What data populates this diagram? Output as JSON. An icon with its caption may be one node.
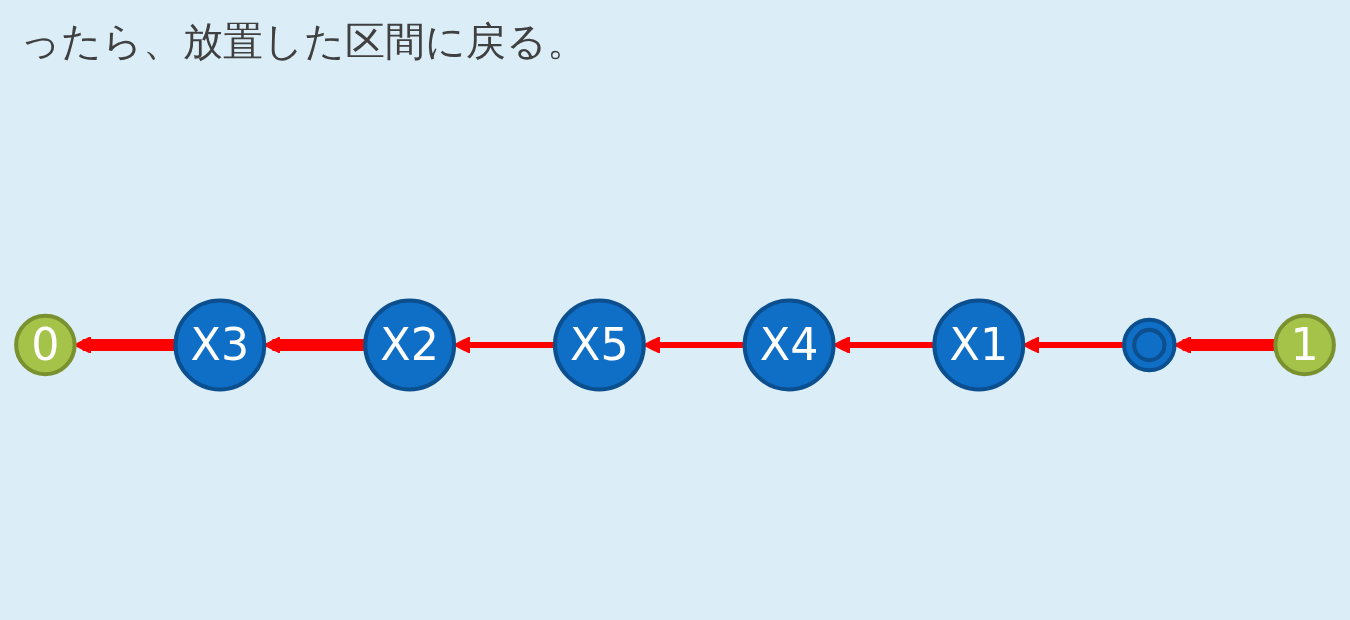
{
  "diagram": {
    "title": "ったら、放置した区間に戻る。",
    "nodes": [
      {
        "text": [
          "1"
        ]
      },
      {
        "text": [],
        "shape": "circle"
      },
      {
        "text": [
          "X1"
        ]
      },
      {
        "text": [
          "X4"
        ]
      },
      {
        "text": [
          "X5"
        ]
      },
      {
        "text": [
          "X2"
        ]
      },
      {
        "text": [
          "X3"
        ]
      },
      {
        "text": [
          "0"
        ]
      }
    ],
    "edges": [
      {
        "from": 0,
        "to": 1,
        "arrow": "to",
        "style": "thick"
      },
      {
        "from": 1,
        "to": 2,
        "arrow": "to"
      },
      {
        "from": 2,
        "to": 3,
        "arrow": "to"
      },
      {
        "from": 3,
        "to": 4,
        "arrow": "to"
      },
      {
        "from": 4,
        "to": 5,
        "arrow": "to"
      },
      {
        "from": 5,
        "to": 6,
        "arrow": "to",
        "style": "thick"
      },
      {
        "from": 6,
        "to": 7,
        "arrow": "to",
        "style": "thick"
      }
    ]
  }
}
